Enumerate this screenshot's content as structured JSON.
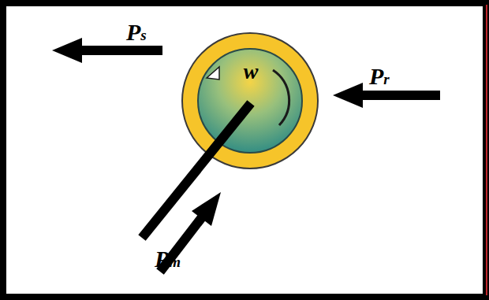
{
  "diagram": {
    "nodes": [
      {
        "text": [
          "w"
        ]
      }
    ],
    "labels": [
      "Ps",
      "Pr",
      "Pm"
    ]
  }
}
